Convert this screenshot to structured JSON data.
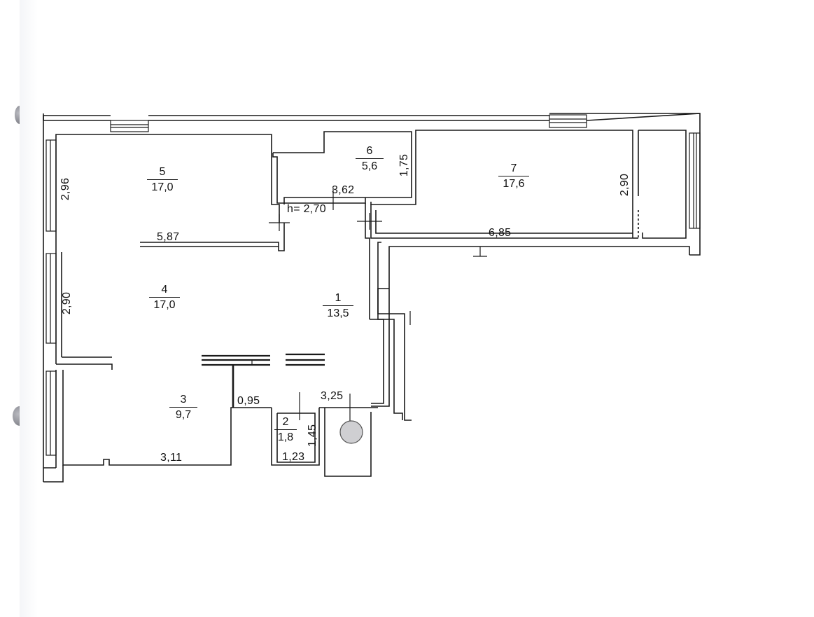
{
  "plan": {
    "rooms": [
      {
        "number": "1",
        "area": "13,5"
      },
      {
        "number": "2",
        "area": "1,8"
      },
      {
        "number": "3",
        "area": "9,7"
      },
      {
        "number": "4",
        "area": "17,0"
      },
      {
        "number": "5",
        "area": "17,0"
      },
      {
        "number": "6",
        "area": "5,6"
      },
      {
        "number": "7",
        "area": "17,6"
      }
    ],
    "ceiling_height": "h= 2,70",
    "dimensions": {
      "room5_height": "2,96",
      "room5_width": "5,87",
      "room6_height": "1,75",
      "room6_width": "3,62",
      "room7_height": "2,90",
      "room7_width": "6,85",
      "room4_height": "2,90",
      "room3_width": "3,11",
      "hall_small": "0,95",
      "hall_width": "3,25",
      "room2_height": "1,45",
      "room2_width": "1,23"
    }
  }
}
